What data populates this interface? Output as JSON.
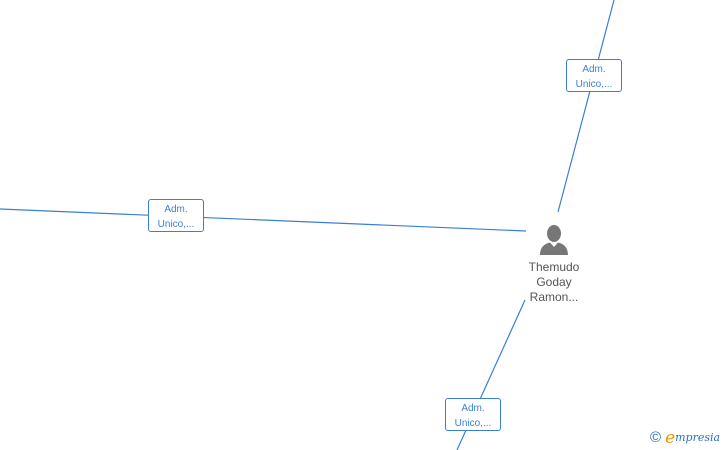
{
  "edges": [
    {
      "id": "edge-top",
      "label_line1": "Adm.",
      "label_line2": "Unico,..."
    },
    {
      "id": "edge-left",
      "label_line1": "Adm.",
      "label_line2": "Unico,..."
    },
    {
      "id": "edge-bottom",
      "label_line1": "Adm.",
      "label_line2": "Unico,..."
    }
  ],
  "person": {
    "name_line1": "Themudo",
    "name_line2": "Goday",
    "name_line3": "Ramon...",
    "icon": "person-icon"
  },
  "brand": {
    "copyright_symbol": "©",
    "logo_initial": "e",
    "logo_rest": "mpresia",
    "icon": "copyright-icon"
  },
  "colors": {
    "edge": "#3a7fd5",
    "person_icon": "#777777",
    "person_text": "#555555",
    "brand_blue": "#2c6fbf",
    "brand_orange": "#f39200"
  }
}
